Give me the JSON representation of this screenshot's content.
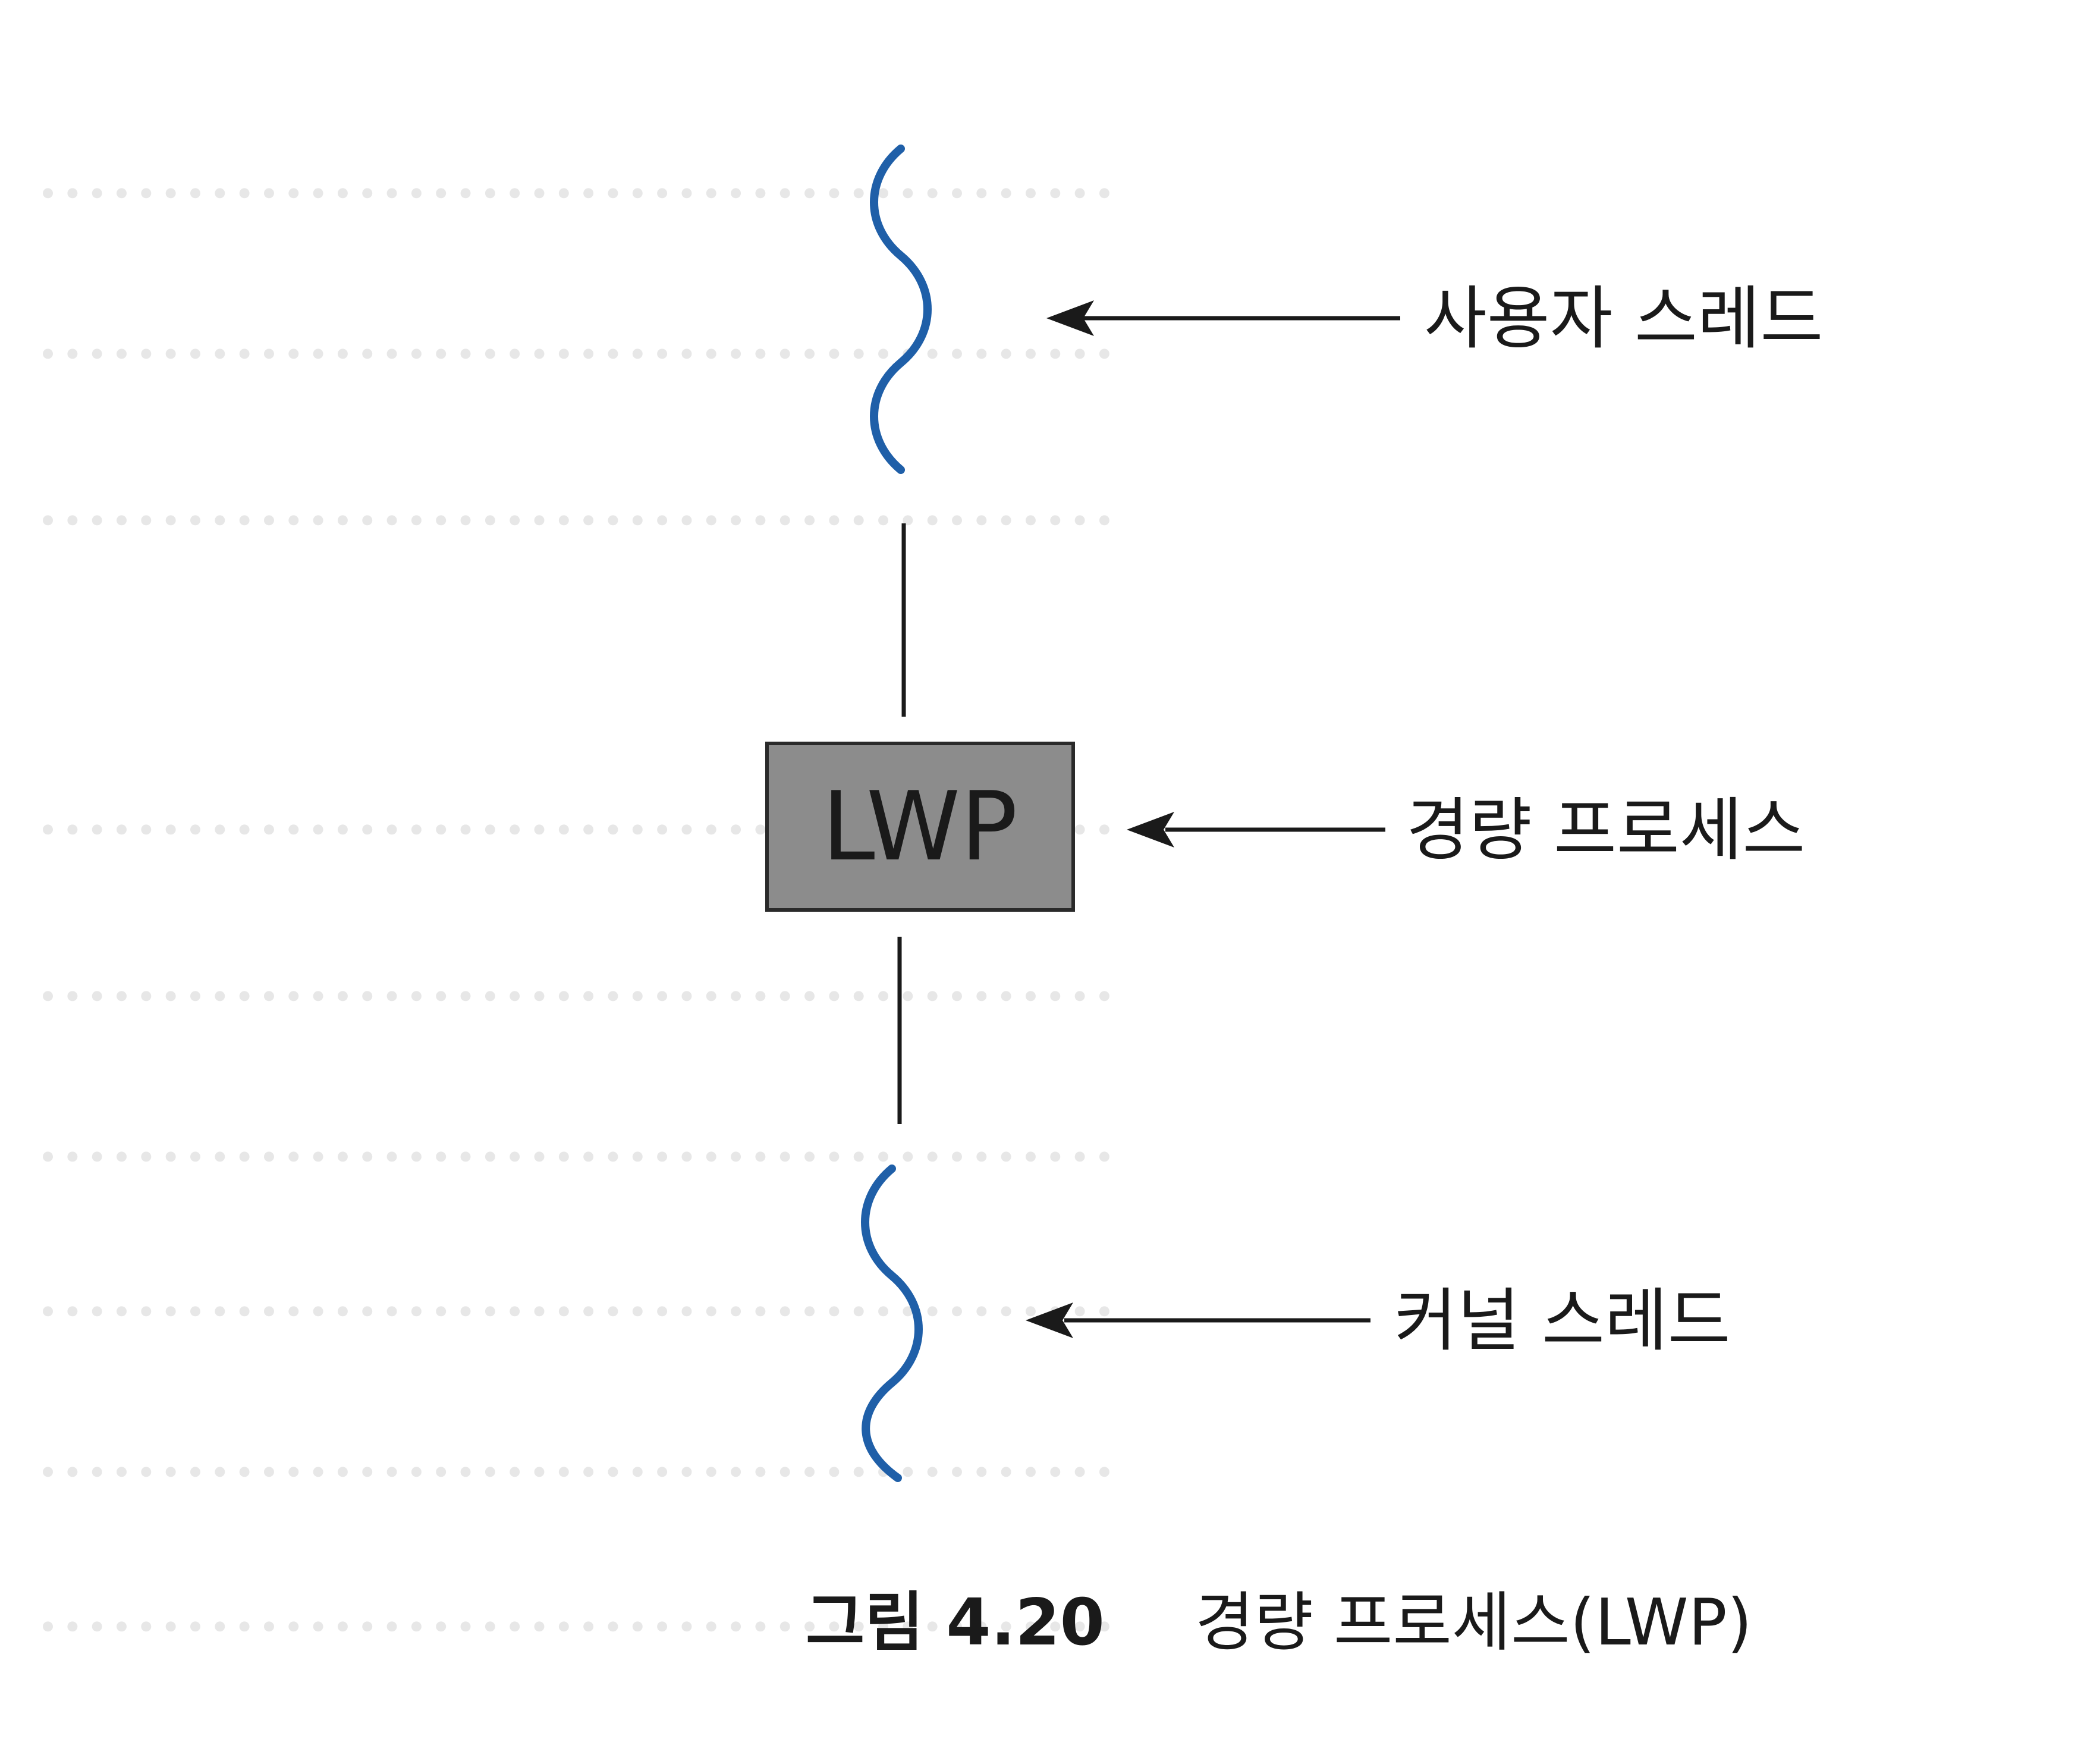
{
  "diagram": {
    "user_thread_label": "사용자 스레드",
    "lwp_box_label": "LWP",
    "lwp_label": "경량 프로세스",
    "kernel_thread_label": "커널 스레드"
  },
  "caption": {
    "number": "그림 4.20",
    "title": "경량 프로세스(LWP)"
  },
  "colors": {
    "thread_wave": "#1f5fa8",
    "lwp_box_fill": "#8c8c8c",
    "lines": "#1a1a1a"
  }
}
